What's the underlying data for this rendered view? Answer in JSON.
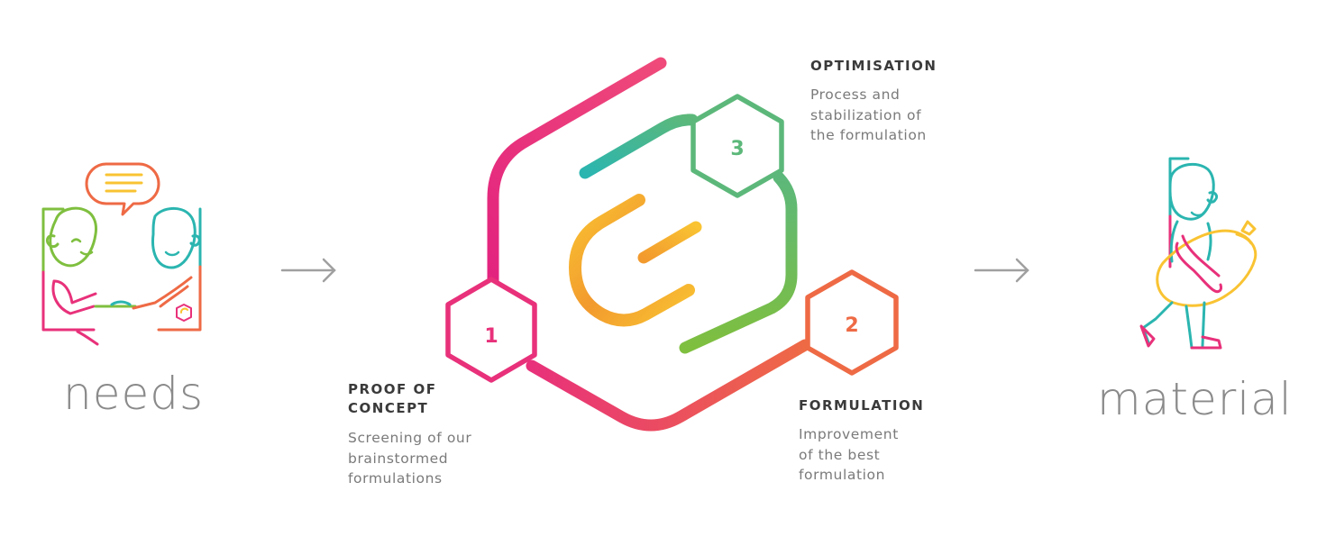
{
  "left_label": "needs",
  "right_label": "material",
  "steps": [
    {
      "number": "1",
      "title_line1": "PROOF OF",
      "title_line2": "CONCEPT",
      "desc_line1": "Screening of our",
      "desc_line2": "brainstormed",
      "desc_line3": "formulations",
      "color": "#e8317a"
    },
    {
      "number": "2",
      "title_line1": "FORMULATION",
      "desc_line1": "Improvement",
      "desc_line2": "of the best",
      "desc_line3": "formulation",
      "color": "#ee6a45"
    },
    {
      "number": "3",
      "title_line1": "OPTIMISATION",
      "desc_line1": "Process and",
      "desc_line2": "stabilization of",
      "desc_line3": "the formulation",
      "color": "#5cb87a"
    }
  ],
  "colors": {
    "magenta": "#e8317a",
    "orange": "#ee6a45",
    "green": "#5cb87a",
    "lime": "#7fbf3f",
    "teal": "#2bb5b0",
    "yellow": "#f9c332",
    "amber": "#f29a2e",
    "arrow": "#a0a0a0",
    "text_dark": "#3a3a3a",
    "text_grey": "#7a7a7a"
  },
  "icons": {
    "left": "handshake-people-icon",
    "right": "person-carrying-bag-icon",
    "center": "formulation-cycle-icon"
  }
}
